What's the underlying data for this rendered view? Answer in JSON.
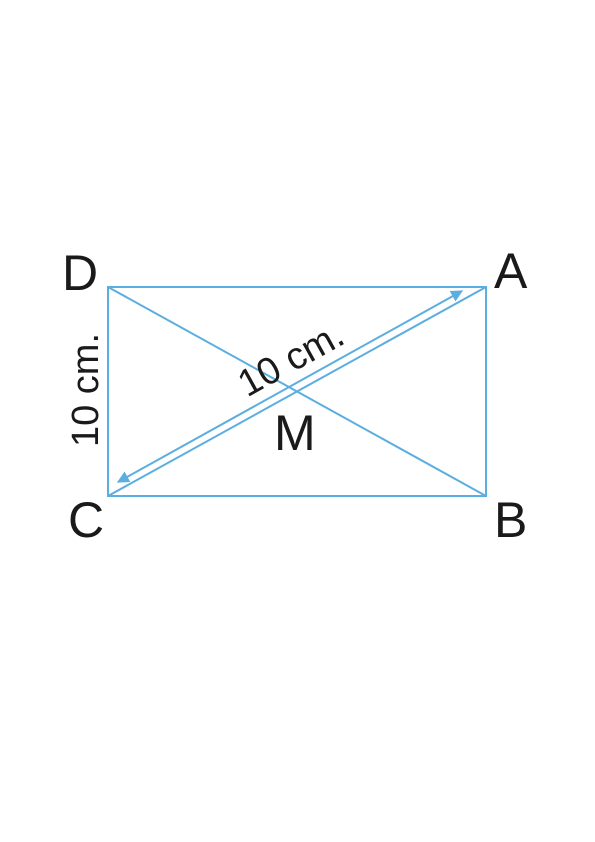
{
  "colors": {
    "line": "#5aaee0",
    "text": "#1a1a1a",
    "background": "#ffffff"
  },
  "figure": {
    "shape": "rectangle",
    "vertices": {
      "A": "A",
      "B": "B",
      "C": "C",
      "D": "D"
    },
    "intersection": "M",
    "side_measure": "10 cm.",
    "diagonal_measure": "10 cm."
  }
}
